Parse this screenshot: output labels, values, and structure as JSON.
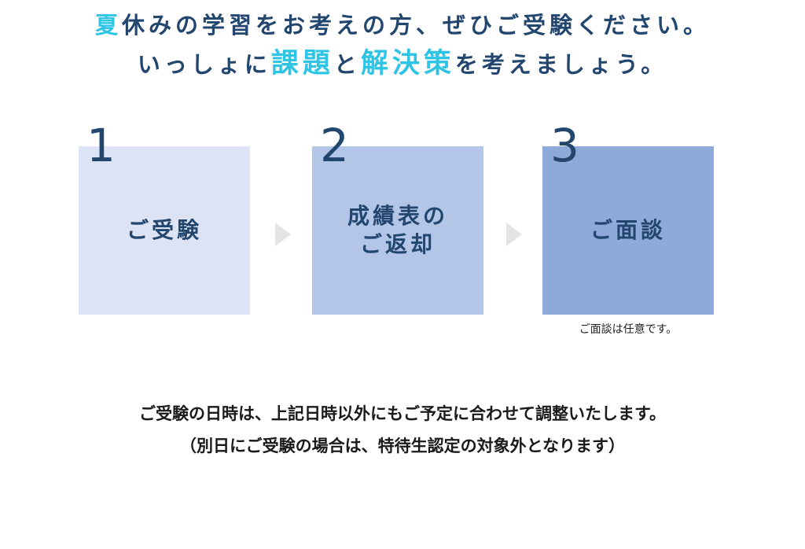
{
  "headline": {
    "line1_first_char": "夏",
    "line1_rest": "休みの学習をお考えの方、ぜひご受験ください。",
    "line2_part1": "いっしょに",
    "line2_hl1": "課題",
    "line2_part2": "と",
    "line2_hl2": "解決策",
    "line2_part3": "を考えましょう。"
  },
  "steps": [
    {
      "number": "1",
      "label": "ご受験",
      "color": "#dbe3f4"
    },
    {
      "number": "2",
      "label_line1": "成績表の",
      "label_line2": "ご返却",
      "color": "#b3c6e7"
    },
    {
      "number": "3",
      "label": "ご面談",
      "color": "#8eaadb"
    }
  ],
  "step3_note": "ご面談は任意です。",
  "bottom": {
    "line1": "ご受験の日時は、上記日時以外にもご予定に合わせて調整いたします。",
    "line2": "（別日にご受験の場合は、特待生認定の対象外となります）"
  },
  "colors": {
    "primary_text": "#23466e",
    "highlight": "#2ec4e6",
    "arrow": "#e4e4e4"
  }
}
